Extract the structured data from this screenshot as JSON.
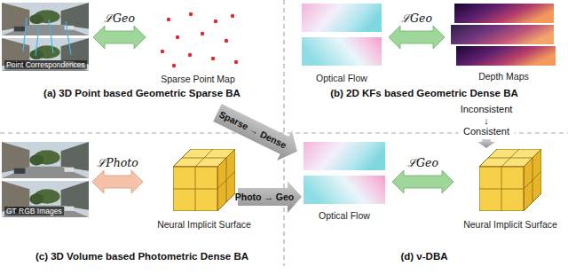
{
  "diagram": {
    "nodes": [
      {
        "text": [
          "Point Correspondences"
        ]
      },
      {
        "text": [
          "Sparse Point Map"
        ]
      },
      {
        "text": [
          "Optical Flow"
        ]
      },
      {
        "text": [
          "Depth Maps"
        ]
      },
      {
        "text": [
          "GT RGB Images"
        ]
      },
      {
        "text": [
          "Neural Implicit Surface"
        ]
      },
      {
        "text": [
          "Optical Flow"
        ]
      },
      {
        "text": [
          "Neural Implicit Surface"
        ]
      }
    ],
    "edges": [
      {
        "from": 0,
        "to": 1,
        "arrow": "both",
        "label": "ℒGeo"
      },
      {
        "from": 2,
        "to": 3,
        "arrow": "both",
        "label": "ℒGeo"
      },
      {
        "from": 4,
        "to": 5,
        "arrow": "both",
        "label": "ℒPhoto"
      },
      {
        "from": 6,
        "to": 7,
        "arrow": "both",
        "label": "ℒGeo"
      }
    ],
    "labels": [
      "(a) 3D Point based Geometric Sparse BA",
      "(b) 2D KFs based Geometric Dense BA",
      "Sparse → Dense",
      "Inconsistent ↓ Consistent",
      "(c) 3D Volume based Photometric Dense BA",
      "Photo → Geo",
      "(d) ν-DBA"
    ]
  }
}
